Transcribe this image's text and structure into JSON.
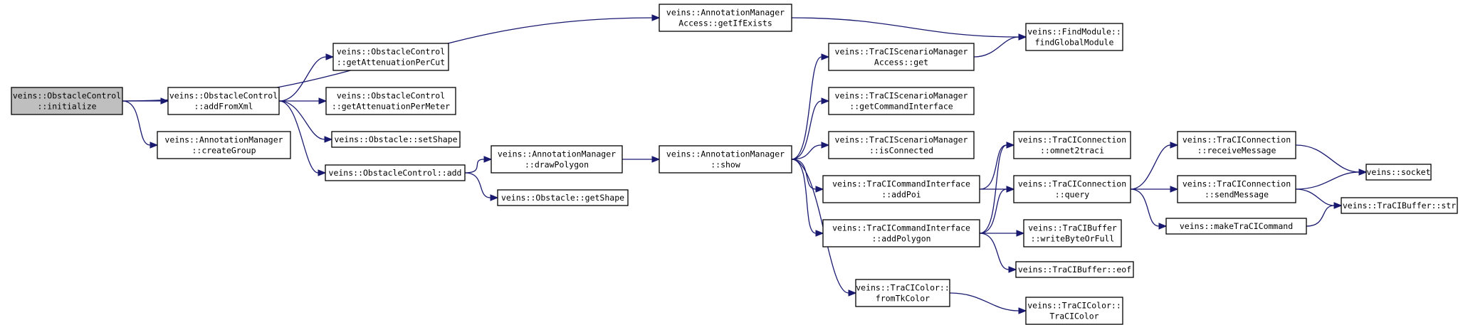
{
  "diagram": {
    "type": "call-graph",
    "colors": {
      "edge": "#191970",
      "node_border": "#000000",
      "root_fill": "#bfbfbf",
      "node_fill": "#ffffff"
    },
    "nodes": [
      {
        "id": "n0",
        "lines": [
          "veins::ObstacleControl",
          "::initialize"
        ],
        "highlight": true
      },
      {
        "id": "n1",
        "lines": [
          "veins::ObstacleControl",
          "::addFromXml"
        ]
      },
      {
        "id": "n2",
        "lines": [
          "veins::AnnotationManager",
          "::createGroup"
        ]
      },
      {
        "id": "n3",
        "lines": [
          "veins::AnnotationManager",
          "Access::getIfExists"
        ]
      },
      {
        "id": "n4",
        "lines": [
          "veins::FindModule::",
          "findGlobalModule"
        ]
      },
      {
        "id": "n5",
        "lines": [
          "veins::ObstacleControl",
          "::getAttenuationPerCut"
        ]
      },
      {
        "id": "n6",
        "lines": [
          "veins::ObstacleControl",
          "::getAttenuationPerMeter"
        ]
      },
      {
        "id": "n7",
        "lines": [
          "veins::Obstacle::setShape"
        ]
      },
      {
        "id": "n8",
        "lines": [
          "veins::ObstacleControl::add"
        ]
      },
      {
        "id": "n9",
        "lines": [
          "veins::AnnotationManager",
          "::drawPolygon"
        ]
      },
      {
        "id": "n10",
        "lines": [
          "veins::Obstacle::getShape"
        ]
      },
      {
        "id": "n11",
        "lines": [
          "veins::AnnotationManager",
          "::show"
        ]
      },
      {
        "id": "n12",
        "lines": [
          "veins::TraCIScenarioManager",
          "Access::get"
        ]
      },
      {
        "id": "n13",
        "lines": [
          "veins::TraCIScenarioManager",
          "::getCommandInterface"
        ]
      },
      {
        "id": "n14",
        "lines": [
          "veins::TraCIScenarioManager",
          "::isConnected"
        ]
      },
      {
        "id": "n15",
        "lines": [
          "veins::TraCICommandInterface",
          "::addPoi"
        ]
      },
      {
        "id": "n16",
        "lines": [
          "veins::TraCICommandInterface",
          "::addPolygon"
        ]
      },
      {
        "id": "n17",
        "lines": [
          "veins::TraCIColor::",
          "fromTkColor"
        ]
      },
      {
        "id": "n18",
        "lines": [
          "veins::TraCIConnection",
          "::omnet2traci"
        ]
      },
      {
        "id": "n19",
        "lines": [
          "veins::TraCIConnection",
          "::query"
        ]
      },
      {
        "id": "n20",
        "lines": [
          "veins::TraCIBuffer",
          "::writeByteOrFull"
        ]
      },
      {
        "id": "n21",
        "lines": [
          "veins::TraCIBuffer::eof"
        ]
      },
      {
        "id": "n22",
        "lines": [
          "veins::TraCIColor::",
          "TraCIColor"
        ]
      },
      {
        "id": "n23",
        "lines": [
          "veins::TraCIConnection",
          "::receiveMessage"
        ]
      },
      {
        "id": "n24",
        "lines": [
          "veins::TraCIConnection",
          "::sendMessage"
        ]
      },
      {
        "id": "n25",
        "lines": [
          "veins::makeTraCICommand"
        ]
      },
      {
        "id": "n26",
        "lines": [
          "veins::socket"
        ]
      },
      {
        "id": "n27",
        "lines": [
          "veins::TraCIBuffer::str"
        ]
      }
    ],
    "edges": [
      [
        "n0",
        "n3"
      ],
      [
        "n0",
        "n1"
      ],
      [
        "n0",
        "n2"
      ],
      [
        "n3",
        "n4"
      ],
      [
        "n1",
        "n5"
      ],
      [
        "n1",
        "n6"
      ],
      [
        "n1",
        "n7"
      ],
      [
        "n1",
        "n8"
      ],
      [
        "n8",
        "n9"
      ],
      [
        "n8",
        "n10"
      ],
      [
        "n9",
        "n11"
      ],
      [
        "n11",
        "n12"
      ],
      [
        "n11",
        "n13"
      ],
      [
        "n11",
        "n14"
      ],
      [
        "n11",
        "n15"
      ],
      [
        "n11",
        "n16"
      ],
      [
        "n11",
        "n17"
      ],
      [
        "n12",
        "n4"
      ],
      [
        "n15",
        "n18"
      ],
      [
        "n15",
        "n19"
      ],
      [
        "n16",
        "n18"
      ],
      [
        "n16",
        "n19"
      ],
      [
        "n16",
        "n20"
      ],
      [
        "n16",
        "n21"
      ],
      [
        "n17",
        "n22"
      ],
      [
        "n19",
        "n23"
      ],
      [
        "n19",
        "n24"
      ],
      [
        "n19",
        "n25"
      ],
      [
        "n23",
        "n26"
      ],
      [
        "n24",
        "n26"
      ],
      [
        "n24",
        "n27"
      ],
      [
        "n25",
        "n27"
      ]
    ]
  }
}
